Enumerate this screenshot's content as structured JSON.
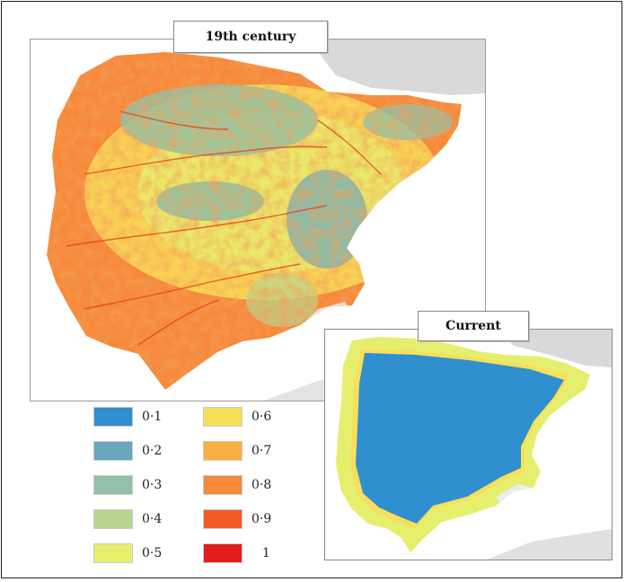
{
  "figure": {
    "panel_19th": {
      "title": "19th century"
    },
    "panel_current": {
      "title": "Current"
    }
  },
  "legend": {
    "items": [
      {
        "label": "0·1",
        "color": "#2f8fcf"
      },
      {
        "label": "0·2",
        "color": "#6aa6bd"
      },
      {
        "label": "0·3",
        "color": "#93c1a5"
      },
      {
        "label": "0·4",
        "color": "#b9d58f"
      },
      {
        "label": "0·5",
        "color": "#e6ee6e"
      },
      {
        "label": "0·6",
        "color": "#f8df5a"
      },
      {
        "label": "0·7",
        "color": "#f9b041"
      },
      {
        "label": "0·8",
        "color": "#f6893a"
      },
      {
        "label": "0·9",
        "color": "#ef5c27"
      },
      {
        "label": "1",
        "color": "#e21d1d"
      }
    ]
  }
}
